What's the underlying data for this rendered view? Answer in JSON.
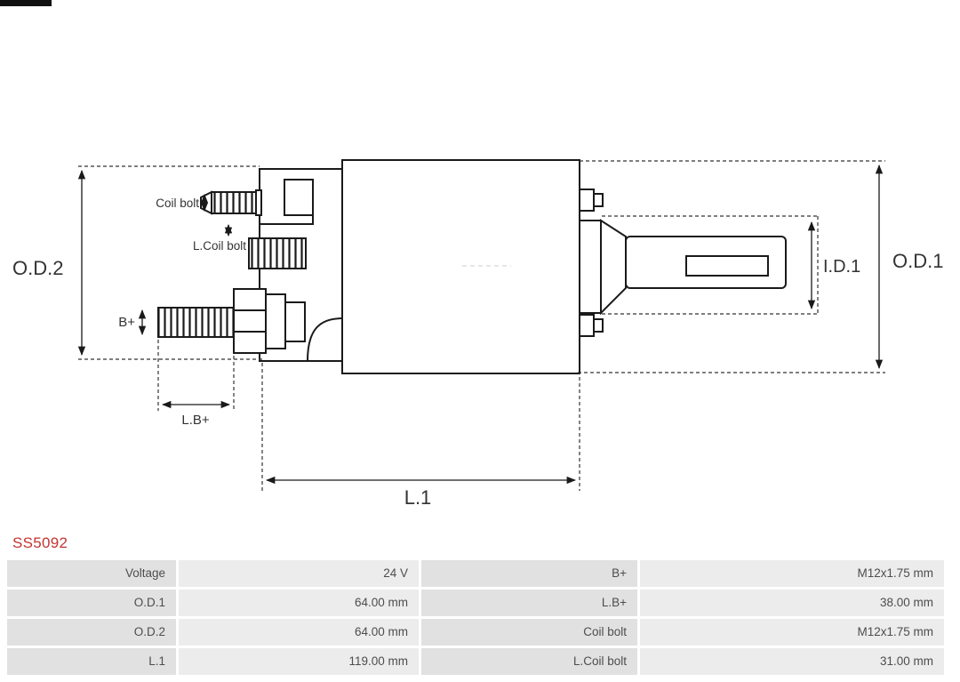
{
  "part_number": "SS5092",
  "diagram": {
    "labels": {
      "od2": "O.D.2",
      "od1": "O.D.1",
      "id1": "I.D.1",
      "l1": "L.1",
      "lb_plus": "L.B+",
      "b_plus": "B+",
      "coil_bolt": "Coil bolt",
      "l_coil_bolt": "L.Coil bolt"
    }
  },
  "table": {
    "rows": [
      {
        "cells": [
          {
            "label": "Voltage",
            "value": "24 V"
          },
          {
            "label": "B+",
            "value": "M12x1.75 mm"
          }
        ]
      },
      {
        "cells": [
          {
            "label": "O.D.1",
            "value": "64.00 mm"
          },
          {
            "label": "L.B+",
            "value": "38.00 mm"
          }
        ]
      },
      {
        "cells": [
          {
            "label": "O.D.2",
            "value": "64.00 mm"
          },
          {
            "label": "Coil bolt",
            "value": "M12x1.75 mm"
          }
        ]
      },
      {
        "cells": [
          {
            "label": "L.1",
            "value": "119.00 mm"
          },
          {
            "label": "L.Coil bolt",
            "value": "31.00 mm"
          }
        ]
      }
    ]
  },
  "colors": {
    "part_number_red": "#c23531",
    "table_label_bg": "#e1e1e1",
    "table_value_bg": "#ececec",
    "table_text": "#4d4d4d",
    "line_color": "#1a1a1a"
  }
}
